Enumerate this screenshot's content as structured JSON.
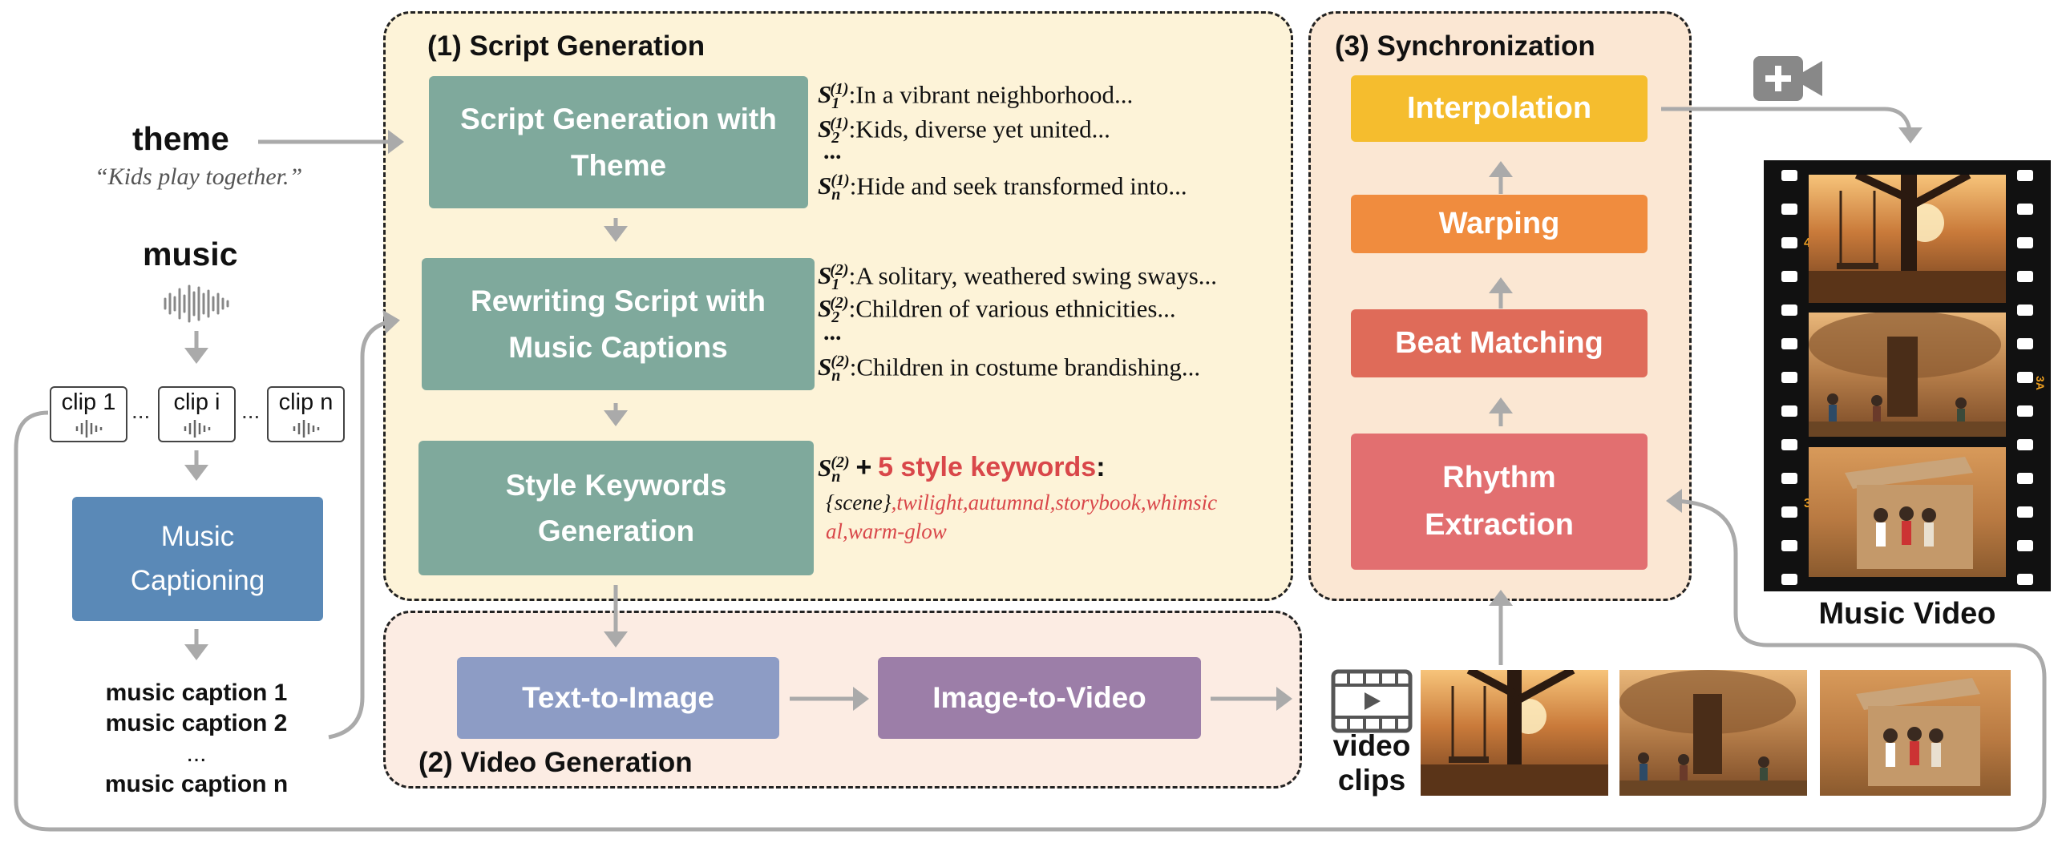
{
  "left": {
    "theme_title": "theme",
    "theme_example": "“Kids play together.”",
    "music_title": "music",
    "clips": [
      "clip 1",
      "clip i",
      "clip n"
    ],
    "clip_sep": "...",
    "music_captioning": "Music Captioning",
    "captions": [
      "music caption 1",
      "music caption 2",
      "...",
      "music caption n"
    ]
  },
  "panel1": {
    "title": "(1) Script Generation",
    "box1": "Script Generation with Theme",
    "box2": "Rewriting Script with Music Captions",
    "box3": "Style Keywords Generation",
    "scripts1": [
      "In a vibrant neighborhood...",
      "Kids, diverse yet united...",
      "Hide and seek transformed into..."
    ],
    "scripts2": [
      "A solitary, weathered swing sways...",
      "Children of various ethnicities...",
      "Children in costume brandishing..."
    ],
    "ellipsis": "...",
    "keywords_plus": "+",
    "keywords_label": "5 style keywords",
    "keywords_colon": ":",
    "keywords_scene": "{scene}",
    "keywords_list1": ",twilight,autumnal,storybook,whimsic",
    "keywords_list2": "al,warm-glow"
  },
  "panel2": {
    "title": "(2) Video Generation",
    "t2i": "Text-to-Image",
    "i2v": "Image-to-Video"
  },
  "panel3": {
    "title": "(3) Synchronization",
    "interpolation": "Interpolation",
    "warping": "Warping",
    "beat_matching": "Beat Matching",
    "rhythm_extraction": "Rhythm Extraction"
  },
  "output": {
    "video_clips": "video clips",
    "music_video": "Music Video",
    "film_numbers": [
      "4",
      "3A",
      "3"
    ]
  },
  "colors": {
    "panel1_bg": "#fdf3d8",
    "panel2_bg": "#fcece3",
    "panel3_bg": "#fbe7d3",
    "green_box": "#7fa99c",
    "music_captioning": "#5a89b7",
    "text_to_image": "#8d9cc5",
    "image_to_video": "#9c7ea8",
    "interpolation": "#f5bd2e",
    "warping": "#f08c3e",
    "beat_matching": "#df6b59",
    "rhythm_extraction": "#e26f70",
    "keyword_red": "#d9474a",
    "arrow_gray": "#aaaaaa"
  }
}
